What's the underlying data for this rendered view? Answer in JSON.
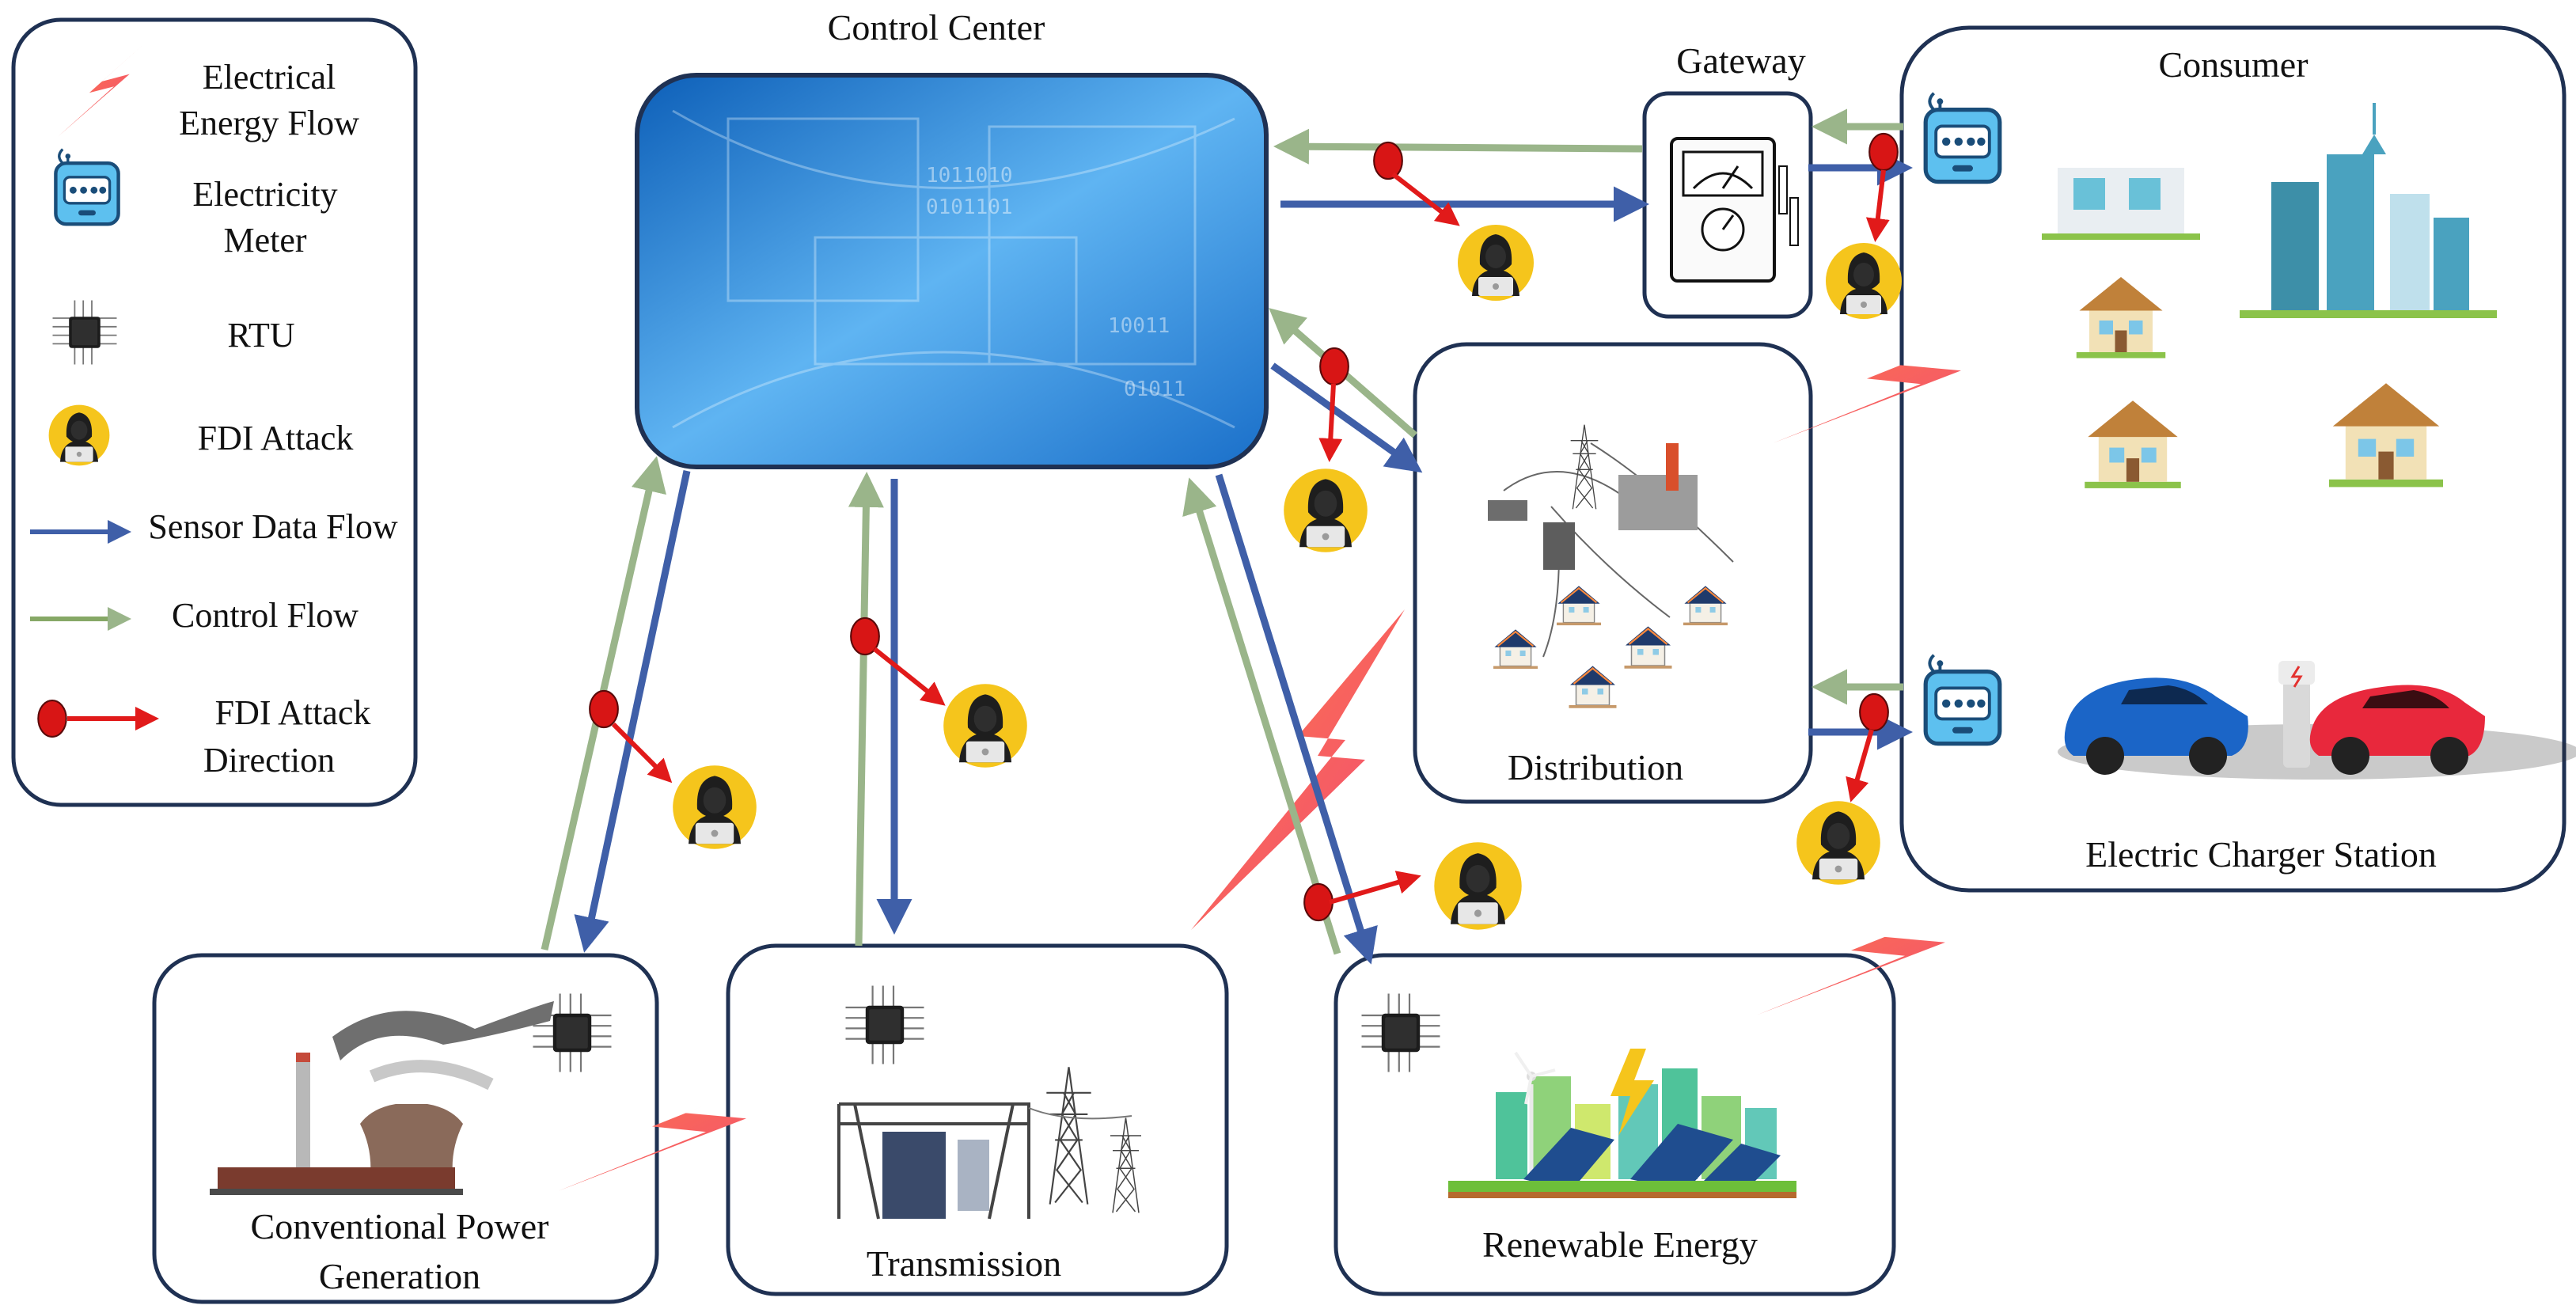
{
  "legend": {
    "energy_flow": "Electrical Energy Flow",
    "energy_flow_line1": "Electrical",
    "energy_flow_line2": "Energy Flow",
    "meter_line1": "Electricity",
    "meter_line2": "Meter",
    "rtu": "RTU",
    "fdi_attack": "FDI Attack",
    "sensor_flow": "Sensor Data Flow",
    "control_flow": "Control Flow",
    "fdi_direction_line1": "FDI Attack",
    "fdi_direction_line2": "Direction"
  },
  "nodes": {
    "control_center": "Control Center",
    "gateway": "Gateway",
    "consumer": "Consumer",
    "distribution": "Distribution",
    "charger_station": "Electric Charger Station",
    "conventional_line1": "Conventional Power",
    "conventional_line2": "Generation",
    "transmission": "Transmission",
    "renewable": "Renewable Energy"
  },
  "colors": {
    "sensor_flow": "#3f5fa8",
    "control_flow": "#86a866",
    "attack": "#e11a1a",
    "attack_node": "#d81515",
    "energy_bolt": "#f0605f",
    "box_border": "#1f3153",
    "control_center_fill": "#2e8bd8"
  },
  "icons": {
    "rtu": "chip-icon",
    "meter": "electricity-meter-icon",
    "attacker": "hacker-icon",
    "energy": "lightning-bolt-icon"
  }
}
